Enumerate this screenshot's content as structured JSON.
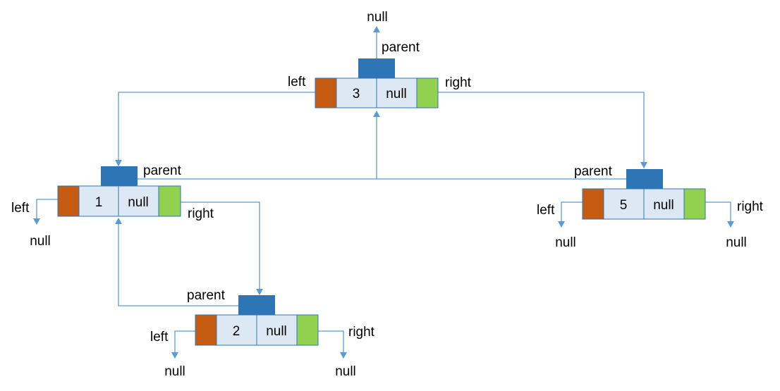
{
  "colors": {
    "parent_block": "#2e75b6",
    "left_block": "#c55a11",
    "right_block": "#92d050",
    "cell_fill": "#dde8f5",
    "cell_stroke": "#2e75b6",
    "arrow": "#5b9bd5"
  },
  "labels": {
    "null": "null",
    "left": "left",
    "right": "right",
    "parent": "parent"
  },
  "nodes": [
    {
      "id": "n3",
      "value": "3",
      "color_cell": "null"
    },
    {
      "id": "n1",
      "value": "1",
      "color_cell": "null"
    },
    {
      "id": "n5",
      "value": "5",
      "color_cell": "null"
    },
    {
      "id": "n2",
      "value": "2",
      "color_cell": "null"
    }
  ]
}
